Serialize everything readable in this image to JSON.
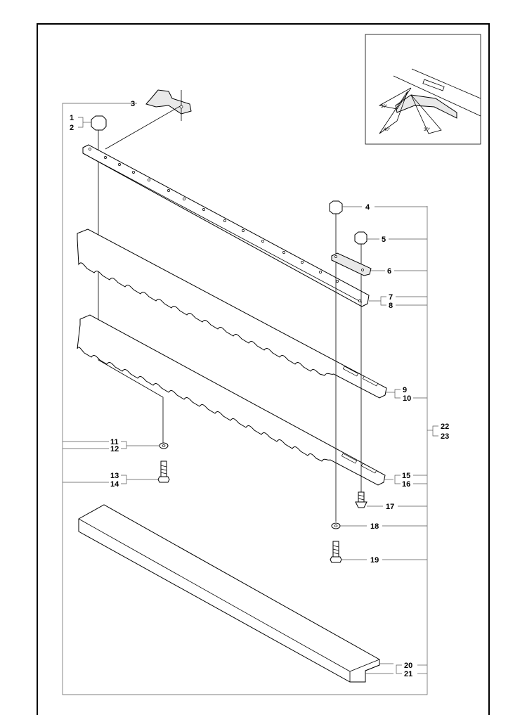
{
  "callouts": {
    "c1": "1",
    "c2": "2",
    "c3": "3",
    "c4": "4",
    "c5": "5",
    "c6": "6",
    "c7": "7",
    "c8": "8",
    "c9": "9",
    "c10": "10",
    "c11": "11",
    "c12": "12",
    "c13": "13",
    "c14": "14",
    "c15": "15",
    "c16": "16",
    "c17": "17",
    "c18": "18",
    "c19": "19",
    "c20": "20",
    "c21": "21",
    "c22": "22",
    "c23": "23"
  },
  "inset": {
    "angle_a": "30°",
    "angle_b": "40°",
    "angle_c": "30°"
  }
}
